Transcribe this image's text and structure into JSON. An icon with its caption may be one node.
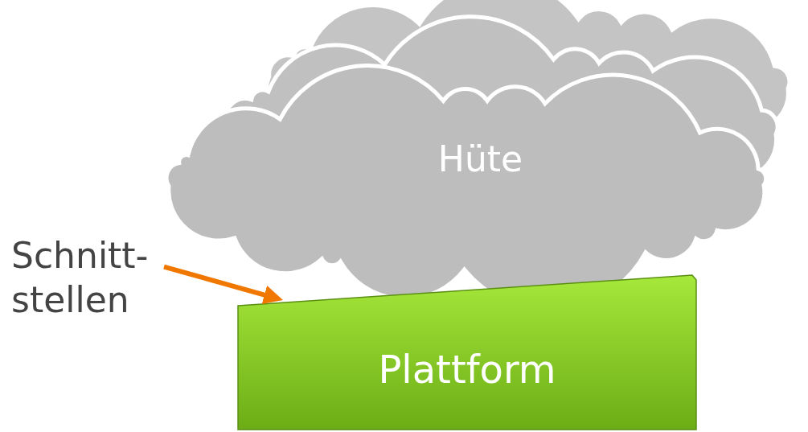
{
  "diagram": {
    "nodes": [
      {
        "text": [
          "Hüte"
        ]
      },
      {
        "text": [
          "Plattform"
        ]
      },
      {
        "text": [
          "Schnitt- stellen"
        ]
      }
    ],
    "edges": [
      {
        "from": 2,
        "to": 1,
        "arrow": "to",
        "color": "#f07800"
      }
    ]
  }
}
